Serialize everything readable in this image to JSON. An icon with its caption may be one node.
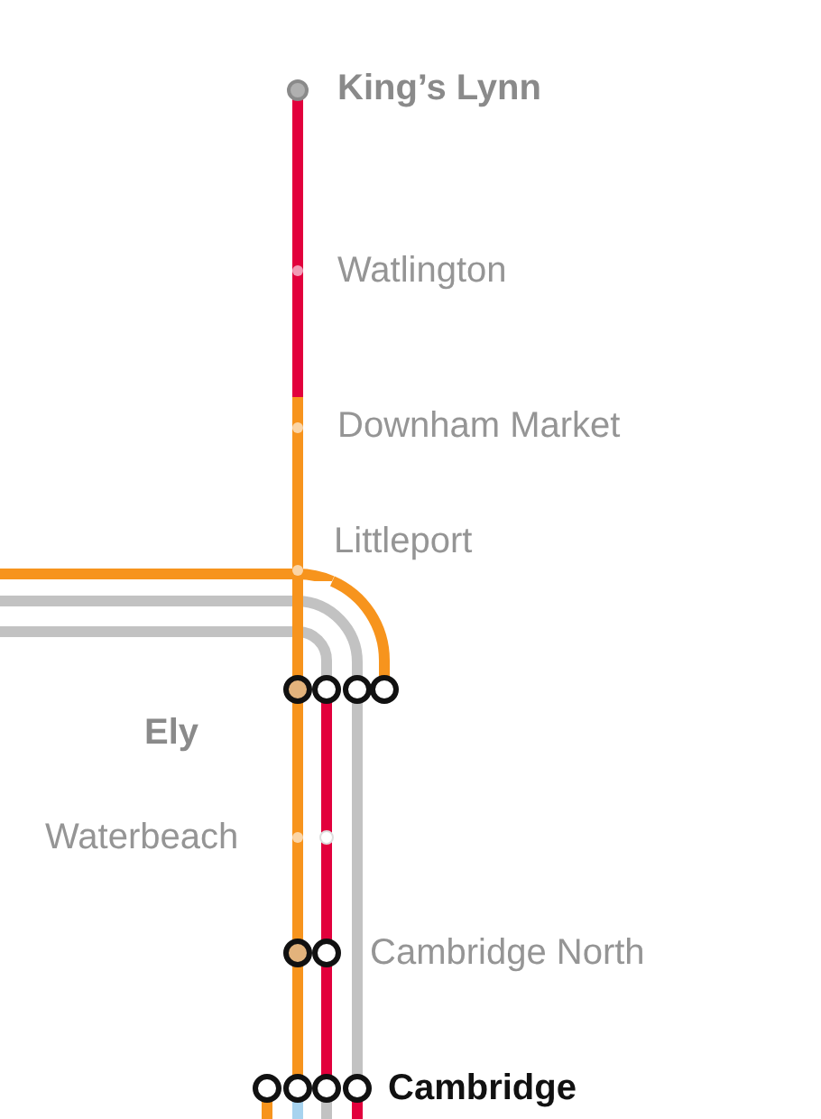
{
  "diagram": {
    "nodes": [
      {
        "text": [
          "King’s Lynn"
        ]
      },
      {
        "text": [
          "Watlington"
        ]
      },
      {
        "text": [
          "Downham Market"
        ]
      },
      {
        "text": [
          "Littleport"
        ]
      },
      {
        "text": [
          "Ely"
        ]
      },
      {
        "text": [
          "Waterbeach"
        ]
      },
      {
        "text": [
          "Cambridge North"
        ]
      },
      {
        "text": [
          "Cambridge"
        ]
      }
    ],
    "edges": [
      {
        "from": null,
        "to": 3,
        "arrow": "none"
      },
      {
        "from": null,
        "to": 4,
        "arrow": "none",
        "color": "#c2c2c2"
      },
      {
        "from": null,
        "to": 4,
        "arrow": "none",
        "color": "#c2c2c2"
      },
      {
        "from": 0,
        "to": 1,
        "arrow": "none",
        "color": "#e2003c"
      },
      {
        "from": 1,
        "to": 2,
        "arrow": "none",
        "color": "#e2003c"
      },
      {
        "from": 2,
        "to": 3,
        "arrow": "none"
      },
      {
        "from": 3,
        "to": 4,
        "arrow": "none"
      },
      {
        "from": 3,
        "to": 4,
        "arrow": "none"
      },
      {
        "from": 4,
        "to": 5,
        "arrow": "none",
        "color": "#c2c2c2"
      },
      {
        "from": 5,
        "to": 6,
        "arrow": "none",
        "color": "#c2c2c2"
      },
      {
        "from": 6,
        "to": 7,
        "arrow": "none",
        "color": "#c2c2c2"
      },
      {
        "from": 4,
        "to": 5,
        "arrow": "none",
        "color": "#e2003c"
      },
      {
        "from": 5,
        "to": 6,
        "arrow": "none",
        "color": "#e2003c"
      },
      {
        "from": 6,
        "to": 7,
        "arrow": "none",
        "color": "#e2003c"
      },
      {
        "from": 4,
        "to": 5,
        "arrow": "none"
      },
      {
        "from": 5,
        "to": 6,
        "arrow": "none"
      },
      {
        "from": 6,
        "to": 7,
        "arrow": "none"
      },
      {
        "from": 7,
        "to": null,
        "arrow": "none"
      },
      {
        "from": 7,
        "to": null,
        "arrow": "none",
        "color": "#a7d3ef"
      },
      {
        "from": 7,
        "to": null,
        "arrow": "none",
        "color": "#c2c2c2"
      },
      {
        "from": 7,
        "to": null,
        "arrow": "none",
        "color": "#e2003c"
      }
    ]
  }
}
